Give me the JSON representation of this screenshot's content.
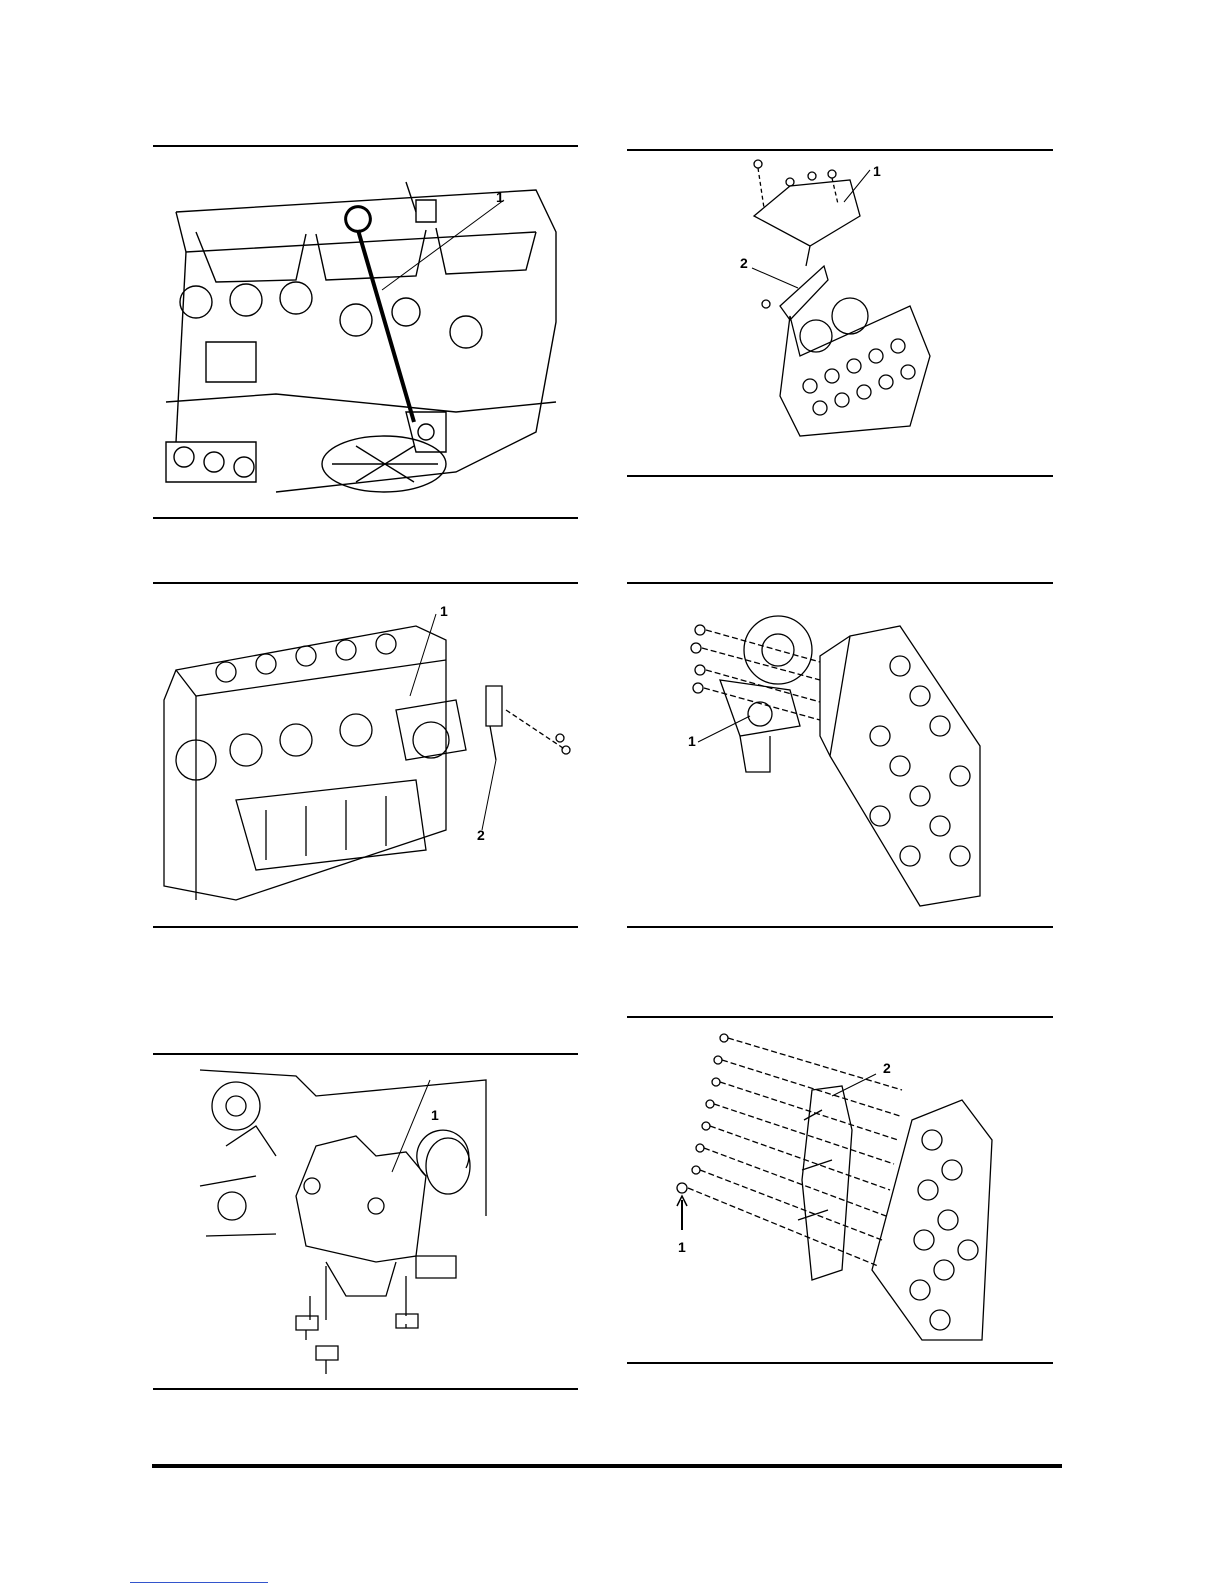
{
  "figures": [
    {
      "id": "dipstick",
      "callouts": [
        "1"
      ]
    },
    {
      "id": "heat-shield",
      "callouts": [
        "1",
        "2"
      ]
    },
    {
      "id": "thermostat-bracket",
      "callouts": [
        "1",
        "2"
      ]
    },
    {
      "id": "turbocharger",
      "callouts": [
        "1"
      ]
    },
    {
      "id": "thermostat-housing",
      "callouts": [
        "1"
      ]
    },
    {
      "id": "exhaust-manifold",
      "callouts": [
        "1",
        "2"
      ]
    }
  ],
  "colors": {
    "line": "#000000",
    "background": "#ffffff",
    "link": "#3355cc"
  }
}
